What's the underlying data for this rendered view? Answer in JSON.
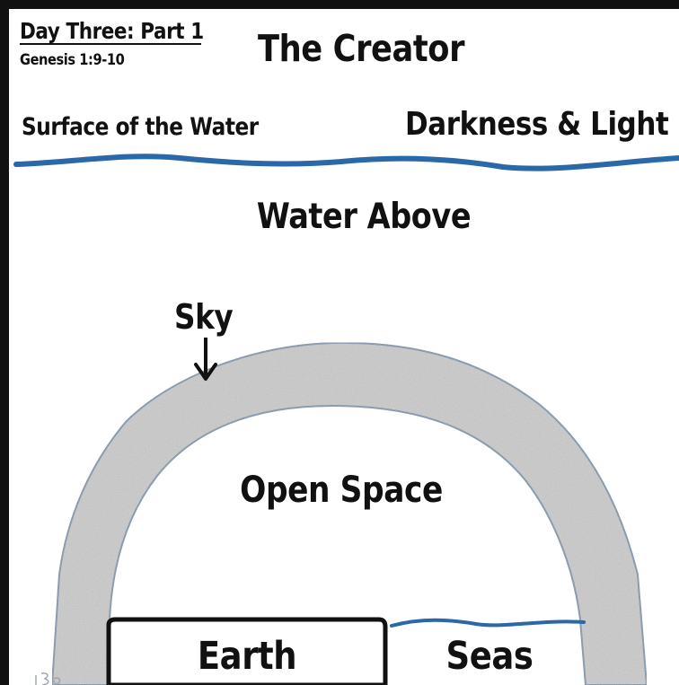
{
  "header": {
    "day_title": "Day Three: Part 1",
    "reference": "Genesis 1:9-10",
    "main_title": "The Creator"
  },
  "labels": {
    "surface": "Surface of the Water",
    "darkness_light": "Darkness & Light",
    "water_above": "Water Above",
    "sky": "Sky",
    "open_space": "Open Space",
    "earth": "Earth",
    "seas": "Seas"
  },
  "colors": {
    "frame": "#111111",
    "water": "#2a68a8",
    "arch": "#c9c9c9",
    "arch_edge": "#8fa3b5"
  }
}
